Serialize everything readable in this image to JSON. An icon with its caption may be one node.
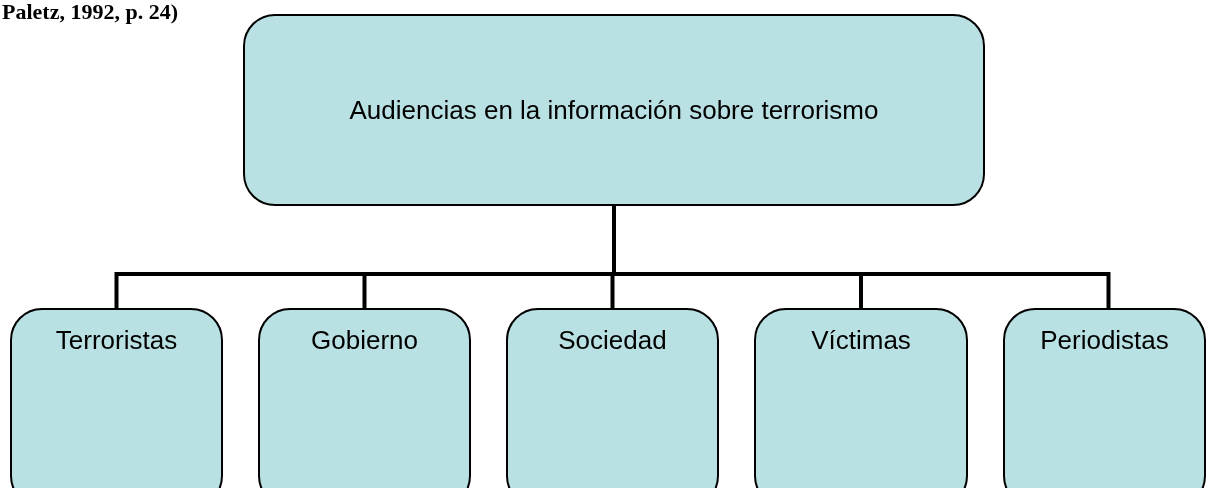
{
  "diagram": {
    "nodes": [
      {
        "text": [
          "Audiencias en la información sobre terrorismo"
        ]
      },
      {
        "text": [
          "Terroristas"
        ]
      },
      {
        "text": [
          "Gobierno"
        ]
      },
      {
        "text": [
          "Sociedad"
        ]
      },
      {
        "text": [
          "Víctimas"
        ]
      },
      {
        "text": [
          "Periodistas"
        ]
      }
    ],
    "edges": [
      {
        "from": 0,
        "to": 1,
        "arrow": "none"
      },
      {
        "from": 0,
        "to": 2,
        "arrow": "none"
      },
      {
        "from": 0,
        "to": 3,
        "arrow": "none"
      },
      {
        "from": 0,
        "to": 4,
        "arrow": "none"
      },
      {
        "from": 0,
        "to": 5,
        "arrow": "none"
      }
    ],
    "labels": [
      "Paletz, 1992, p. 24)"
    ]
  }
}
